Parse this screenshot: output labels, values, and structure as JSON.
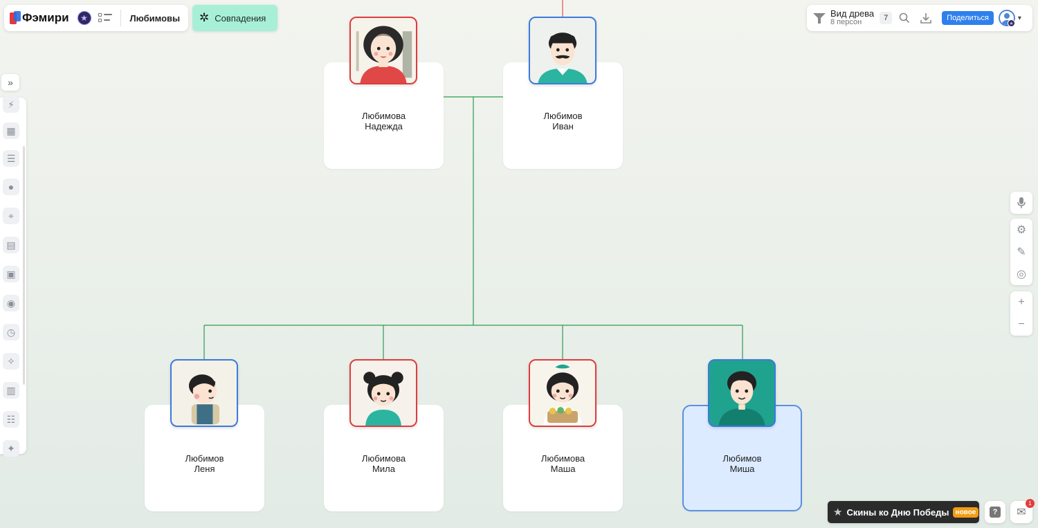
{
  "app": {
    "logo_text": "Фэмири",
    "tree_name": "Любимовы"
  },
  "header": {
    "matches_label": "Совпадения",
    "view_title": "Вид древа",
    "view_sub": "8 персон",
    "count": "7",
    "share_label": "Поделиться"
  },
  "tree": {
    "parents": [
      {
        "first": "Надежда",
        "last": "Любимова",
        "gender": "f"
      },
      {
        "first": "Иван",
        "last": "Любимов",
        "gender": "m"
      }
    ],
    "children": [
      {
        "first": "Леня",
        "last": "Любимов",
        "gender": "m"
      },
      {
        "first": "Мила",
        "last": "Любимова",
        "gender": "f"
      },
      {
        "first": "Маша",
        "last": "Любимова",
        "gender": "f"
      },
      {
        "first": "Миша",
        "last": "Любимов",
        "gender": "m",
        "selected": true
      }
    ],
    "line_color": "#2e9a52",
    "ancestor_line_color": "#e0524f"
  },
  "promo": {
    "label": "Скины ко Дню Победы",
    "badge": "новое"
  },
  "chat": {
    "unread": "1"
  },
  "colors": {
    "accent": "#2f80ed",
    "matches_bg": "#a8efd8",
    "female": "#dd3d3d",
    "male": "#3b7bdc"
  }
}
